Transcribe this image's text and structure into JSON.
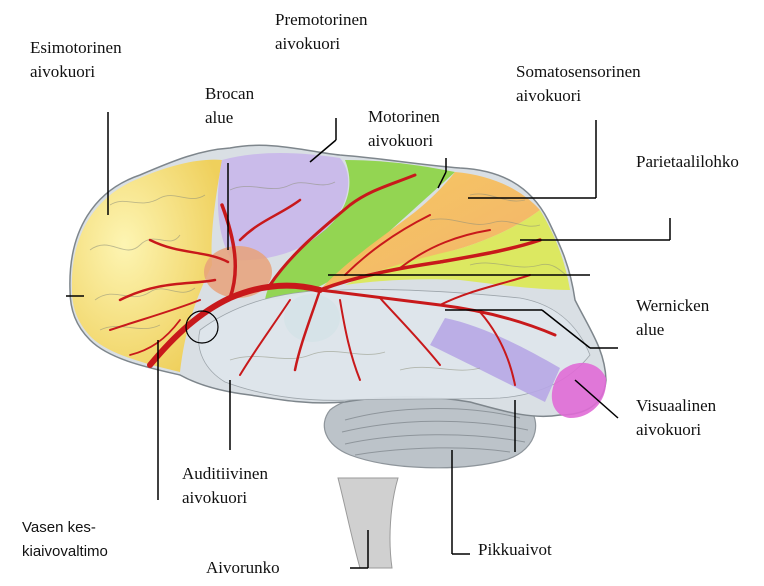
{
  "labels": {
    "esimotorinen": [
      "Esimotorinen",
      "aivokuori"
    ],
    "premotorinen": [
      "Premotorinen",
      "aivokuori"
    ],
    "brocan": [
      "Brocan",
      "alue"
    ],
    "somatosensorinen": [
      "Somatosensorinen",
      "aivokuori"
    ],
    "motorinen": [
      "Motorinen",
      "aivokuori"
    ],
    "parietaali": [
      "Parietaalilohko"
    ],
    "wernicken": [
      "Wernicken",
      "alue"
    ],
    "visuaalinen": [
      "Visuaalinen",
      "aivokuori"
    ],
    "auditiivinen": [
      "Auditiivinen",
      "aivokuori"
    ],
    "vasen": [
      "Vasen kes-",
      "kiaivovaltimo"
    ],
    "pikkuaivot": [
      "Pikkuaivot"
    ],
    "aivorunko": [
      "Aivorunko"
    ]
  },
  "colors": {
    "prefrontal": "#f6dc6a",
    "premotor": "#c9b8ea",
    "motor": "#8fd44a",
    "somatosensory": "#f2c15a",
    "parietal": "#dce85a",
    "broca": "#e8a27a",
    "auditory": "#2fb59a",
    "wernicke": "#b7a7e6",
    "visual": "#e06bd6",
    "temporal": "#d7dde3",
    "cerebellum": "#bfc6cc",
    "brainstem": "#d3d3d3",
    "artery": "#c8191b"
  }
}
